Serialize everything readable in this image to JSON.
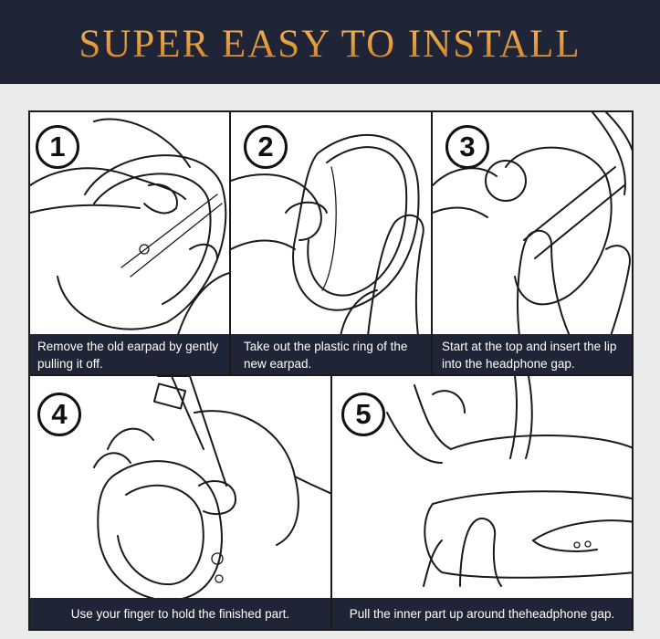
{
  "header": {
    "title": "SUPER EASY TO INSTALL"
  },
  "steps": [
    {
      "number": "1",
      "caption": "Remove the old earpad by gently pulling it off."
    },
    {
      "number": "2",
      "caption": "Take out the plastic ring of the new earpad."
    },
    {
      "number": "3",
      "caption": "Start at the top and insert the lip into the headphone gap."
    },
    {
      "number": "4",
      "caption": "Use your finger to hold the finished part."
    },
    {
      "number": "5",
      "caption": "Pull the inner part up around theheadphone gap."
    }
  ],
  "colors": {
    "header_bg": "#1f2536",
    "title_gold": "#e8a04a",
    "caption_bg": "#1f2536",
    "page_bg": "#ebebeb"
  },
  "icons": [
    "hand-icon",
    "earpad-icon",
    "headphone-icon"
  ]
}
